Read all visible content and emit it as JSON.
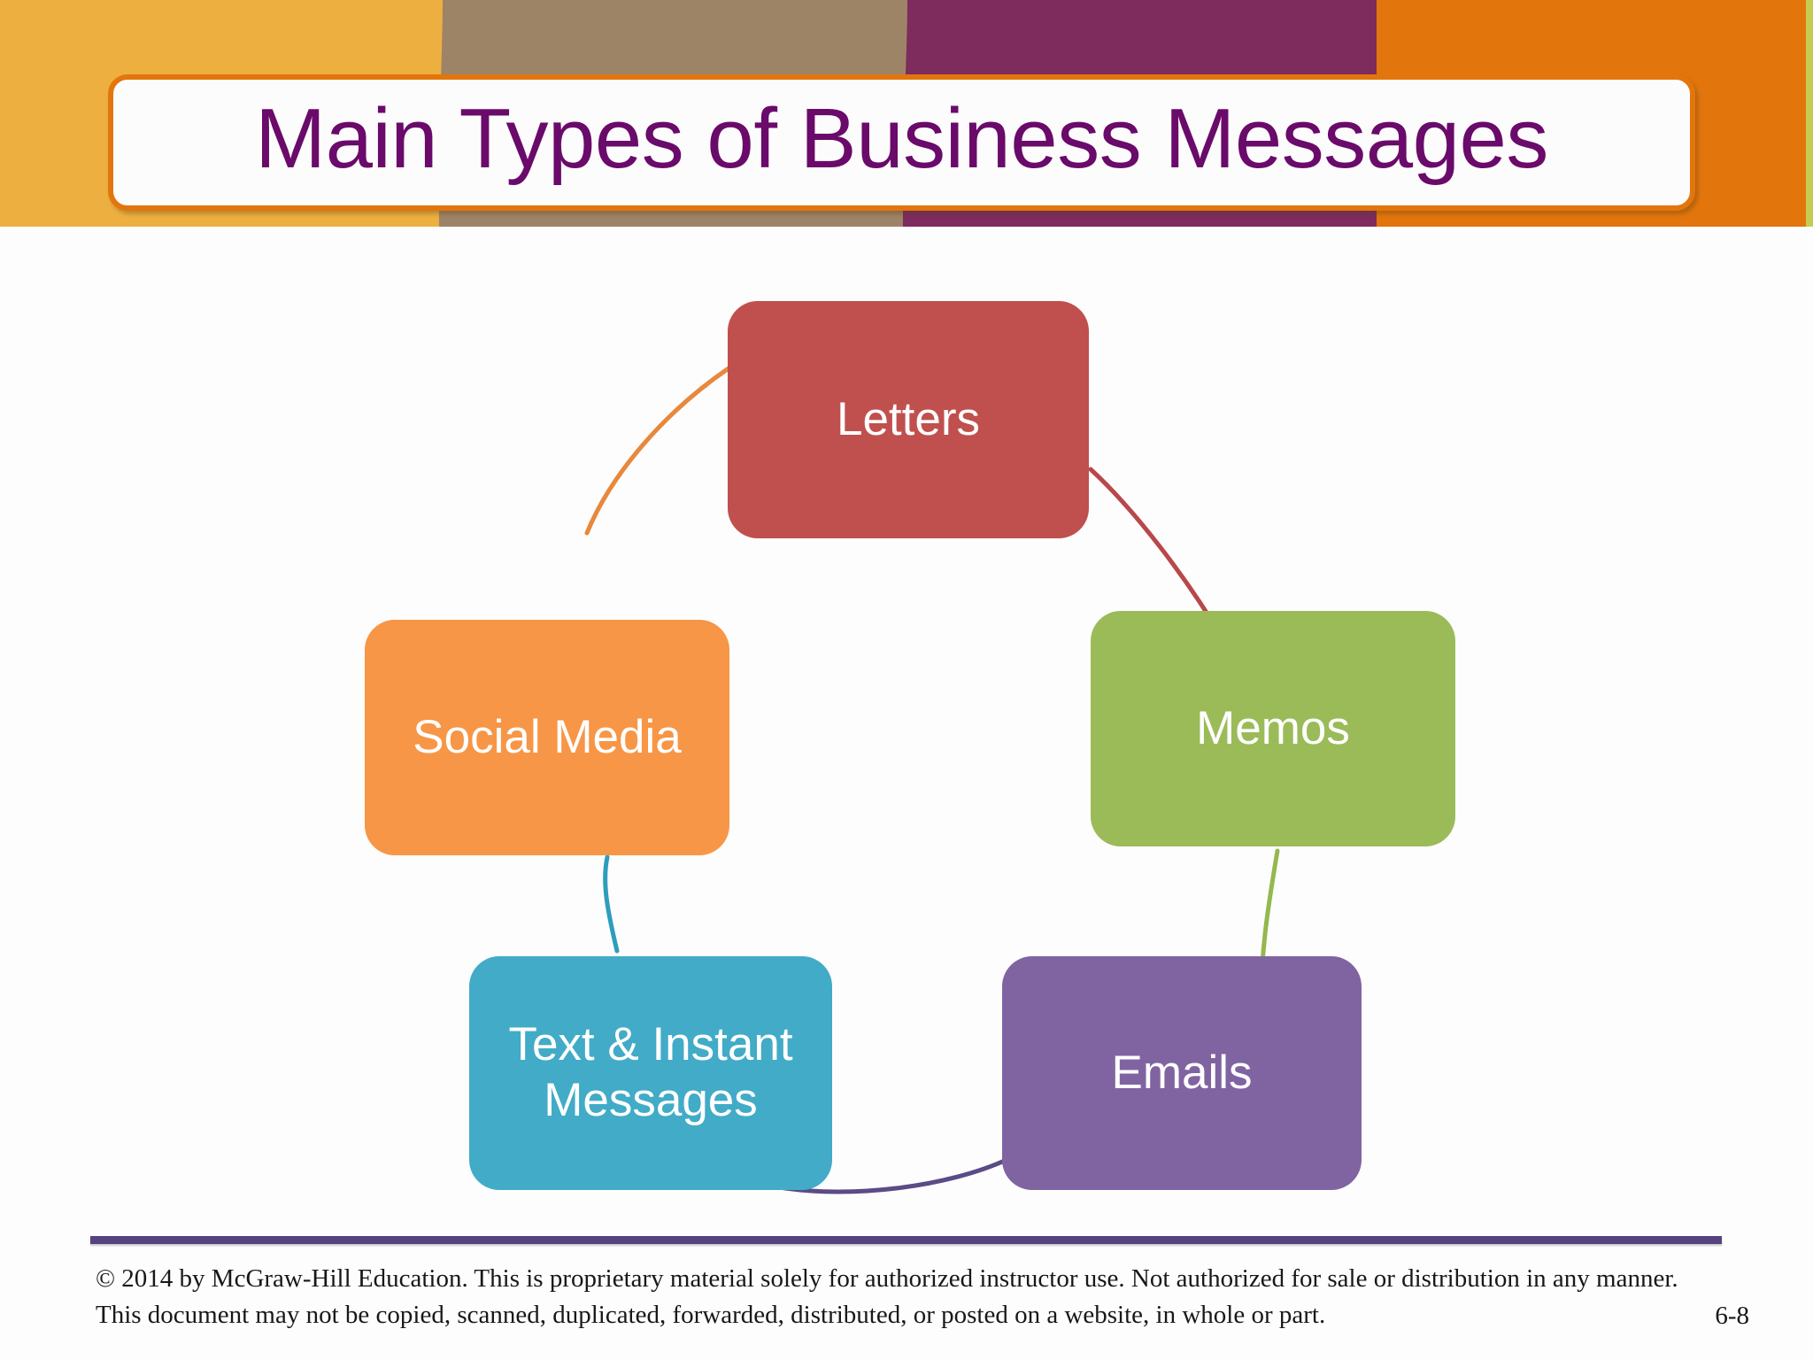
{
  "slide": {
    "title": "Main Types of Business Messages",
    "page_number": "6-8"
  },
  "header": {
    "band_colors": [
      "#EDB040",
      "#9E8466",
      "#7E2B5E",
      "#E2760C",
      "#C5CC54"
    ],
    "title_text_color": "#6A0A6A",
    "title_border_color": "#E2760C"
  },
  "diagram": {
    "type": "cycle",
    "nodes": [
      {
        "id": "letters",
        "label": "Letters",
        "color": "#C0504D"
      },
      {
        "id": "memos",
        "label": "Memos",
        "color": "#9BBB59"
      },
      {
        "id": "emails",
        "label": "Emails",
        "color": "#8064A2"
      },
      {
        "id": "text_instant_messages",
        "label": "Text & Instant Messages",
        "color": "#42ABC7"
      },
      {
        "id": "social_media",
        "label": "Social Media",
        "color": "#F79646"
      }
    ],
    "connectors": [
      {
        "from": "letters",
        "to": "memos",
        "color": "#B8484A"
      },
      {
        "from": "memos",
        "to": "emails",
        "color": "#94B84F"
      },
      {
        "from": "emails",
        "to": "text_instant_messages",
        "color": "#5B4B86"
      },
      {
        "from": "text_instant_messages",
        "to": "social_media",
        "color": "#2E9DBD"
      },
      {
        "from": "social_media",
        "to": "letters",
        "color": "#E8883C"
      }
    ]
  },
  "footer": {
    "line1": "© 2014 by McGraw-Hill Education.  This is proprietary material solely for authorized instructor use. Not authorized for sale or distribution in any manner.",
    "line2": "This document may not be copied, scanned, duplicated, forwarded, distributed, or posted on a website, in whole or part.",
    "rule_color": "#554380"
  }
}
